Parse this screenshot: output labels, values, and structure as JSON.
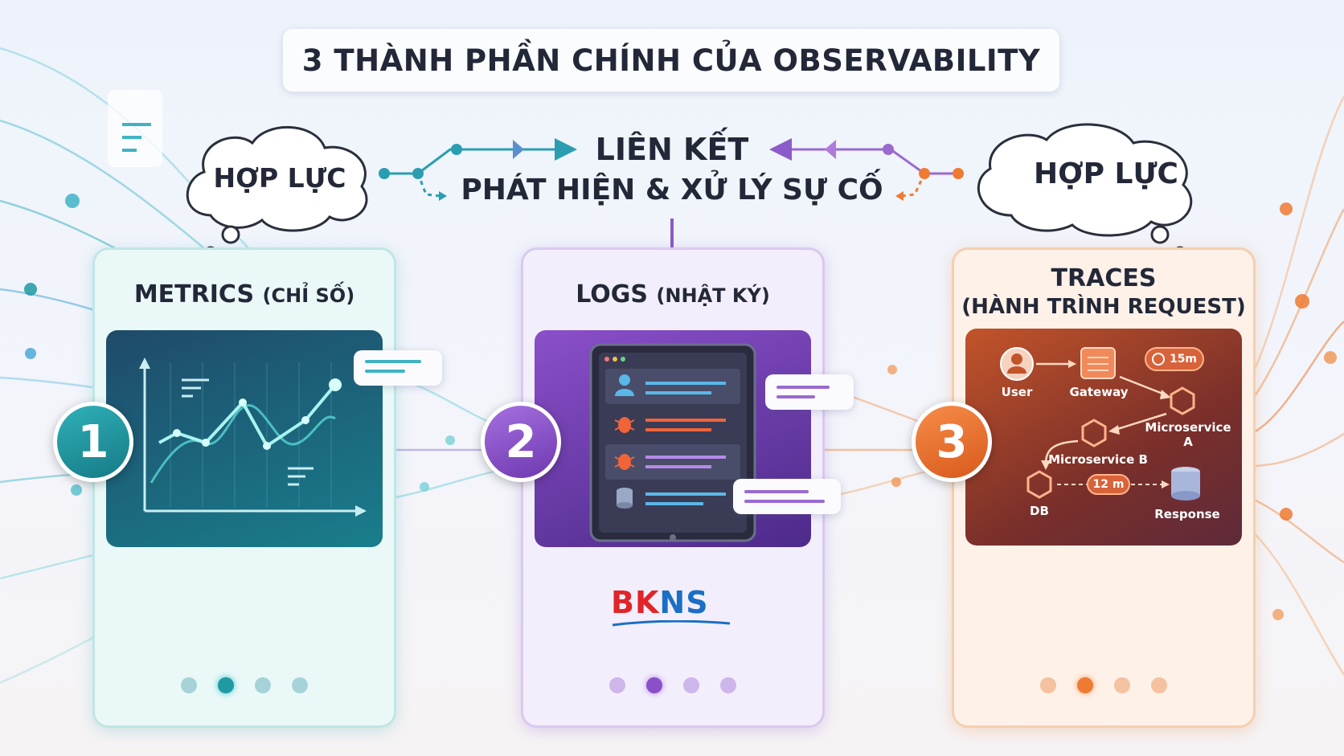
{
  "title": "3 THÀNH PHẦN CHÍNH CỦA OBSERVABILITY",
  "center": {
    "line1": "LIÊN KẾT",
    "line2": "PHÁT HIỆN & XỬ LÝ SỰ CỐ"
  },
  "clouds": {
    "left": "HỢP LỰC",
    "right": "HỢP LỰC"
  },
  "cards": [
    {
      "number": "1",
      "title": "METRICS",
      "subtitle": "(CHỈ SỐ)",
      "active_dot": 2
    },
    {
      "number": "2",
      "title": "LOGS",
      "subtitle": "(NHẬT KÝ)",
      "active_dot": 2
    },
    {
      "number": "3",
      "title": "TRACES",
      "subtitle": "(HÀNH TRÌNH REQUEST)",
      "active_dot": 2
    }
  ],
  "trace_nodes": {
    "user": "User",
    "gateway": "Gateway",
    "microservice_a": "Microservice A",
    "microservice_b": "Microservice B",
    "db": "DB",
    "response": "Response",
    "time1": "15m",
    "time2": "12 m"
  },
  "brand": {
    "b": "BK",
    "ns": "NS"
  },
  "colors": {
    "teal": "#1f9aa3",
    "purple": "#8a4fc9",
    "orange": "#ef7b32",
    "dark": "#232838"
  },
  "icons": [
    "chart-icon",
    "user-icon",
    "bug-icon",
    "database-icon",
    "gateway-icon",
    "clock-icon",
    "hexagon-node-icon"
  ]
}
